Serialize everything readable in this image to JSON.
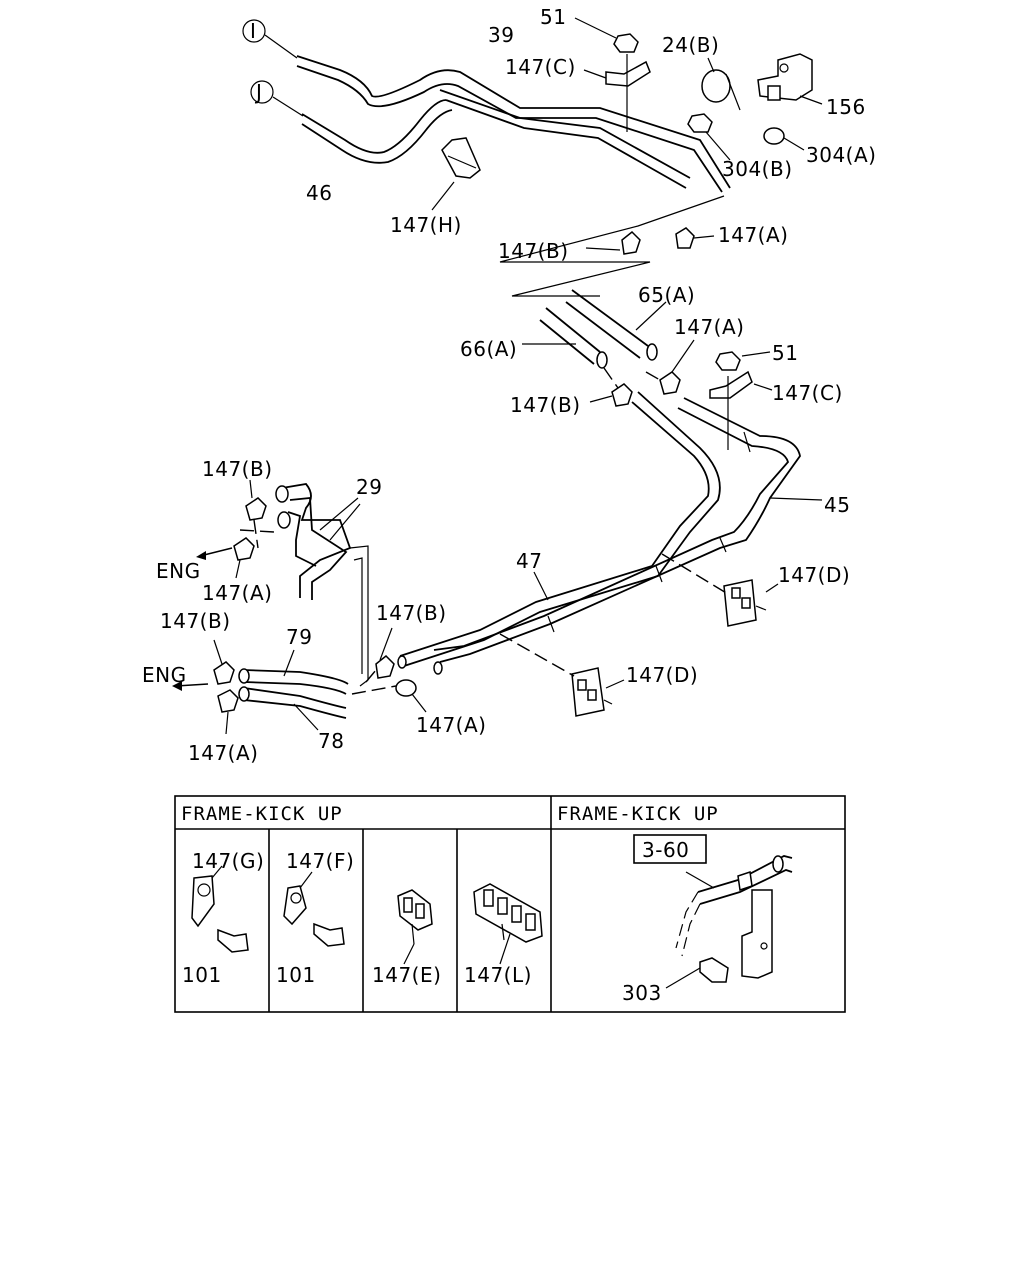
{
  "callouts": {
    "c51a": "51",
    "c39": "39",
    "c147ca": "147(C)",
    "c24b": "24(B)",
    "c156": "156",
    "cI": "I",
    "cJ": "J",
    "c46": "46",
    "c304b": "304(B)",
    "c304a": "304(A)",
    "c147h": "147(H)",
    "c147b1": "147(B)",
    "c147a1": "147(A)",
    "c65a": "65(A)",
    "c66a": "66(A)",
    "c147a2": "147(A)",
    "c51b": "51",
    "c147cb": "147(C)",
    "c147b2": "147(B)",
    "c45": "45",
    "c147b3": "147(B)",
    "c29": "29",
    "c147a3": "147(A)",
    "c47": "47",
    "c147d1": "147(D)",
    "c147b4": "147(B)",
    "c147b5": "147(B)",
    "c79": "79",
    "c147d2": "147(D)",
    "c147a4": "147(A)",
    "c147a5": "147(A)",
    "c78": "78",
    "eng1": "ENG",
    "eng2": "ENG"
  },
  "inset_left": {
    "header": "FRAME-KICK UP",
    "cells": [
      {
        "clip": "147(G)",
        "bolt": "101"
      },
      {
        "clip": "147(F)",
        "bolt": "101"
      },
      {
        "clip": "147(E)"
      },
      {
        "clip": "147(L)"
      }
    ]
  },
  "inset_right": {
    "header": "FRAME-KICK UP",
    "ref": "3-60",
    "bolt": "303"
  }
}
